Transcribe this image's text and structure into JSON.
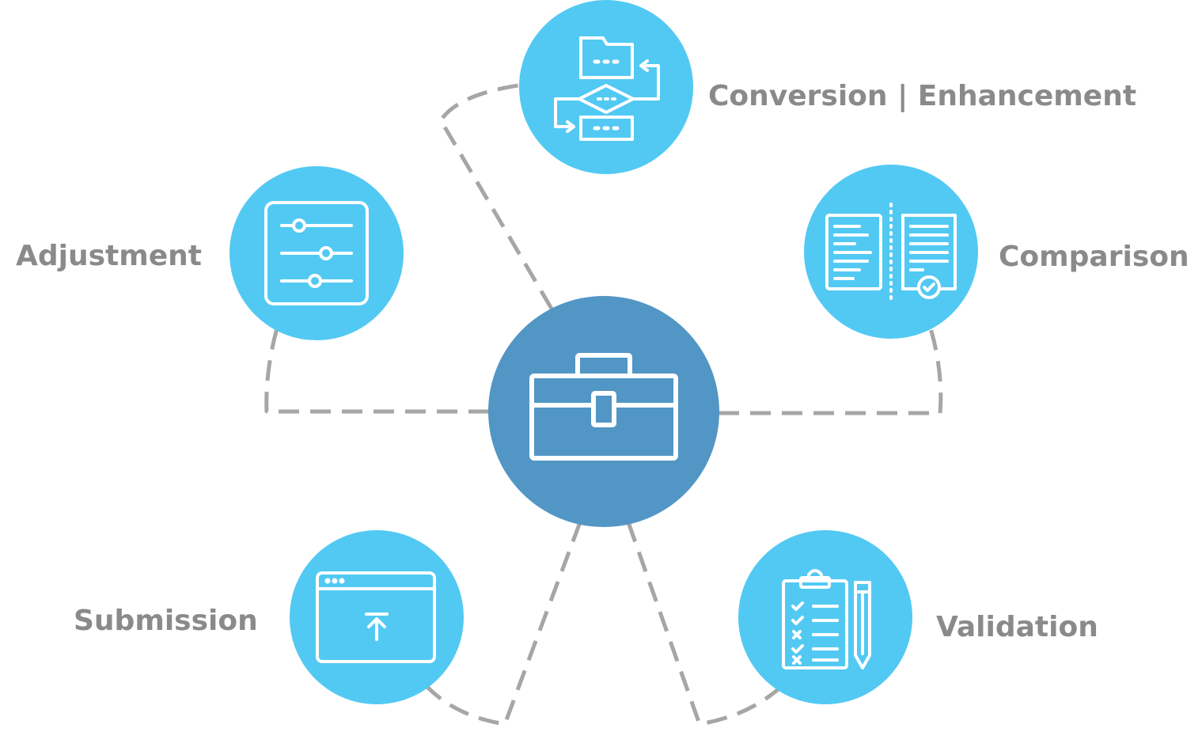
{
  "colors": {
    "node_fill": "#52c9f3",
    "hub_fill": "#5296c5",
    "connector": "#a6a6a6",
    "label": "#8a8a8a",
    "icon_stroke": "#ffffff"
  },
  "hub": {
    "icon": "toolbox-icon"
  },
  "nodes": {
    "conversion": {
      "label": "Conversion | Enhancement",
      "icon": "flowchart-icon"
    },
    "adjustment": {
      "label": "Adjustment",
      "icon": "sliders-icon"
    },
    "comparison": {
      "label": "Comparison",
      "icon": "compare-documents-icon"
    },
    "submission": {
      "label": "Submission",
      "icon": "upload-window-icon"
    },
    "validation": {
      "label": "Validation",
      "icon": "checklist-icon"
    }
  }
}
